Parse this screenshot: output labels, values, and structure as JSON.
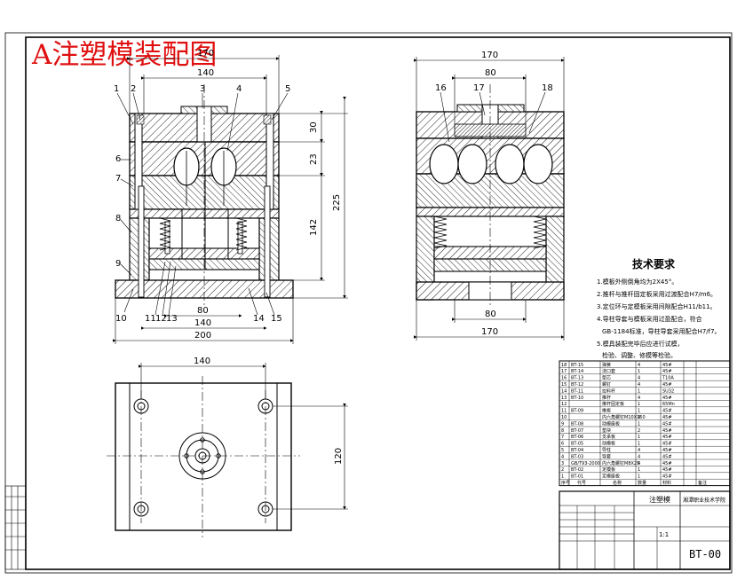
{
  "title": "A注塑模装配图",
  "views": {
    "front": {
      "top_dims": [
        "170",
        "140"
      ],
      "bottom_dims": [
        "80",
        "140",
        "200"
      ],
      "right_dims": [
        "30",
        "23",
        "142",
        "225"
      ],
      "callouts_top": [
        "1",
        "2",
        "3",
        "4",
        "5"
      ],
      "callouts_left": [
        "6",
        "7",
        "8",
        "9",
        "10"
      ],
      "callouts_bottom": [
        "11",
        "12",
        "13",
        "14",
        "15"
      ]
    },
    "side": {
      "top_dims": [
        "170",
        "80"
      ],
      "bottom_dims": [
        "80",
        "170"
      ],
      "callouts": [
        "16",
        "17",
        "18"
      ]
    },
    "plan": {
      "top_dim": "140",
      "right_dim": "120"
    }
  },
  "tech": {
    "heading": "技术要求",
    "items": [
      "1.模板外侧倒角均为2X45°。",
      "2.推杆与推杆固定板采用过渡配合H7/m6。",
      "3.定位环与定模板采用间隙配合H11/b11。",
      "4.导柱导套与模板采用过盈配合，符合",
      "GB-1184标准，导柱导套采用配合H7/f7。",
      "5.模具装配完毕后应进行试模，",
      "检验、调整、修模等检验。"
    ]
  },
  "bom": {
    "rows": [
      [
        "18",
        "BT-15",
        "弹簧",
        "4",
        "45#"
      ],
      [
        "17",
        "BT-14",
        "浇口套",
        "1",
        "45#"
      ],
      [
        "16",
        "BT-13",
        "型芯",
        "4",
        "T10A"
      ],
      [
        "15",
        "BT-12",
        "螺钉",
        "4",
        "45#"
      ],
      [
        "14",
        "BT-11",
        "拉料杆",
        "1",
        "SU32"
      ],
      [
        "13",
        "BT-10",
        "推杆",
        "4",
        "45#"
      ],
      [
        "12",
        "",
        "推杆固定板",
        "1",
        "65Mn"
      ],
      [
        "11",
        "BT-09",
        "推板",
        "1",
        "45#"
      ],
      [
        "10",
        "",
        "内六角螺钉M10X150",
        "4",
        "45#"
      ],
      [
        "9",
        "BT-08",
        "动模座板",
        "1",
        "45#"
      ],
      [
        "8",
        "BT-07",
        "垫块",
        "2",
        "45#"
      ],
      [
        "7",
        "BT-06",
        "支承板",
        "1",
        "45#"
      ],
      [
        "6",
        "BT-05",
        "动模板",
        "1",
        "45#"
      ],
      [
        "5",
        "BT-04",
        "导柱",
        "4",
        "45#"
      ],
      [
        "4",
        "BT-03",
        "导套",
        "4",
        "45#"
      ],
      [
        "3",
        "GB/T93-2000",
        "内六角螺钉M8X25",
        "4",
        "45#"
      ],
      [
        "2",
        "BT-02",
        "定模板",
        "1",
        "45#"
      ],
      [
        "1",
        "BT-01",
        "定模座板",
        "1",
        "45#"
      ]
    ],
    "header": [
      "序号",
      "代号",
      "名称",
      "数量",
      "材料",
      "备注"
    ]
  },
  "title_block": {
    "drawing_name": "注塑模",
    "school": "湘潭职业技术学院",
    "drawing_no": "BT-00",
    "scale": "1:1"
  }
}
